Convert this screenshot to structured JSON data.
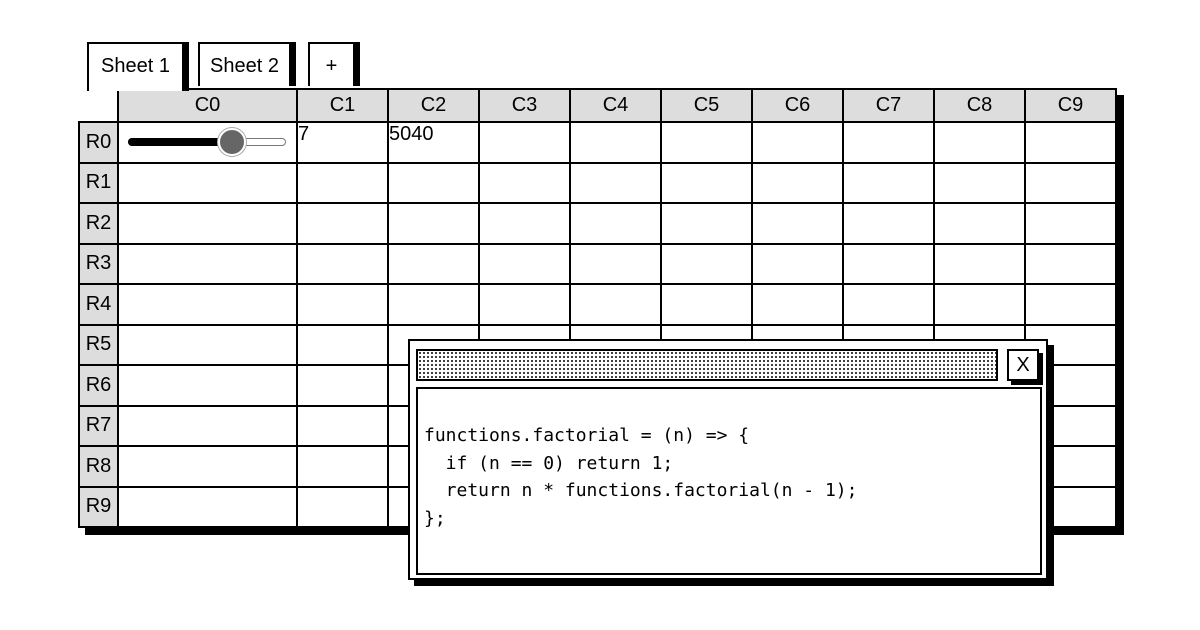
{
  "tabs": [
    {
      "label": "Sheet 1",
      "active": true
    },
    {
      "label": "Sheet 2",
      "active": false
    },
    {
      "label": "+",
      "active": false
    }
  ],
  "grid": {
    "columns": [
      "C0",
      "C1",
      "C2",
      "C3",
      "C4",
      "C5",
      "C6",
      "C7",
      "C8",
      "C9"
    ],
    "rows": [
      "R0",
      "R1",
      "R2",
      "R3",
      "R4",
      "R5",
      "R6",
      "R7",
      "R8",
      "R9"
    ],
    "cells": {
      "R0": {
        "C0": {
          "type": "slider",
          "value": 7,
          "fill_percent": 66
        },
        "C1": "7",
        "C2": "5040"
      }
    }
  },
  "dialog": {
    "close_label": "X",
    "code": "functions.factorial = (n) => {\n  if (n == 0) return 1;\n  return n * functions.factorial(n - 1);\n};"
  }
}
